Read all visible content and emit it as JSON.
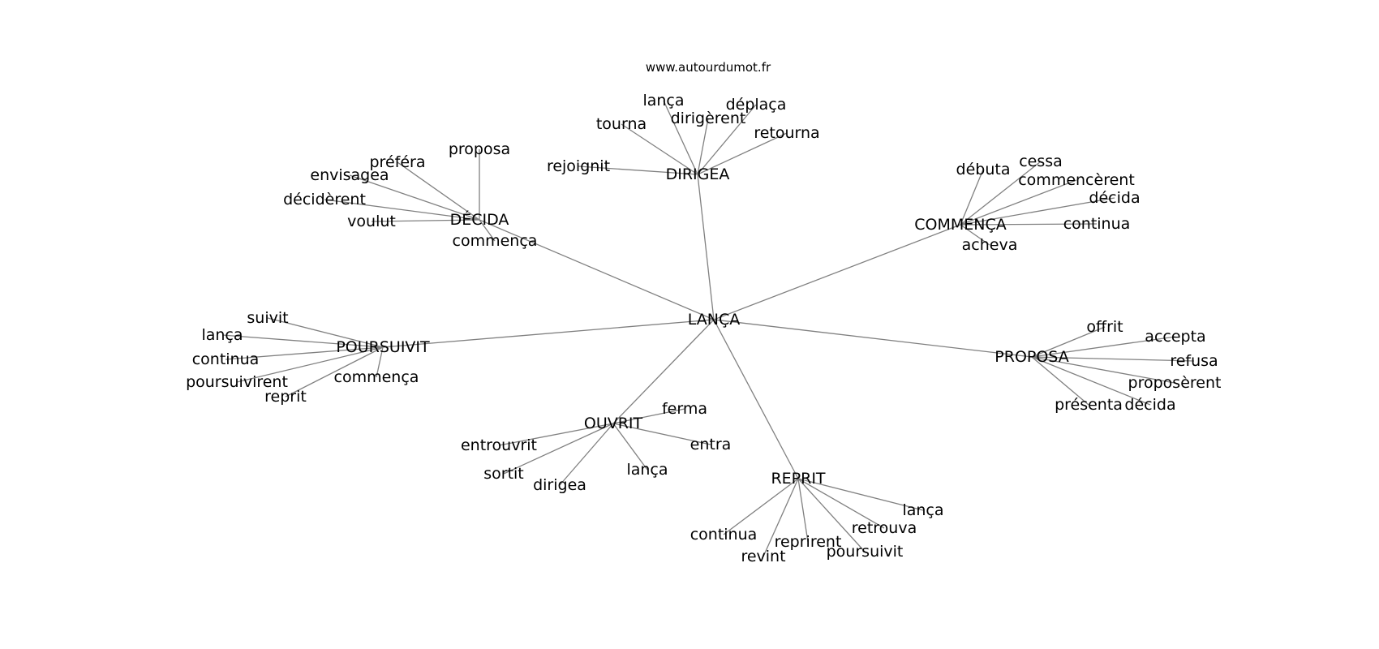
{
  "header": {
    "site": "www.autourdumot.fr"
  },
  "graph": {
    "center": "LANÇA",
    "hubs": [
      {
        "name": "DIRIGEA",
        "words": [
          "lança",
          "dirigèrent",
          "déplaça",
          "tourna",
          "retourna",
          "rejoignit"
        ]
      },
      {
        "name": "DÉCIDA",
        "words": [
          "proposa",
          "préféra",
          "envisagea",
          "décidèrent",
          "voulut",
          "commença"
        ]
      },
      {
        "name": "COMMENÇA",
        "words": [
          "débuta",
          "cessa",
          "commencèrent",
          "décida",
          "continua",
          "acheva"
        ]
      },
      {
        "name": "POURSUIVIT",
        "words": [
          "suivit",
          "lança",
          "continua",
          "poursuivirent",
          "commença",
          "reprit"
        ]
      },
      {
        "name": "PROPOSA",
        "words": [
          "offrit",
          "accepta",
          "refusa",
          "proposèrent",
          "présenta",
          "décida"
        ]
      },
      {
        "name": "OUVRIT",
        "words": [
          "ferma",
          "entrouvrit",
          "entra",
          "sortit",
          "lança",
          "dirigea"
        ]
      },
      {
        "name": "REPRIT",
        "words": [
          "lança",
          "retrouva",
          "continua",
          "reprirent",
          "revint",
          "poursuivit"
        ]
      }
    ]
  }
}
